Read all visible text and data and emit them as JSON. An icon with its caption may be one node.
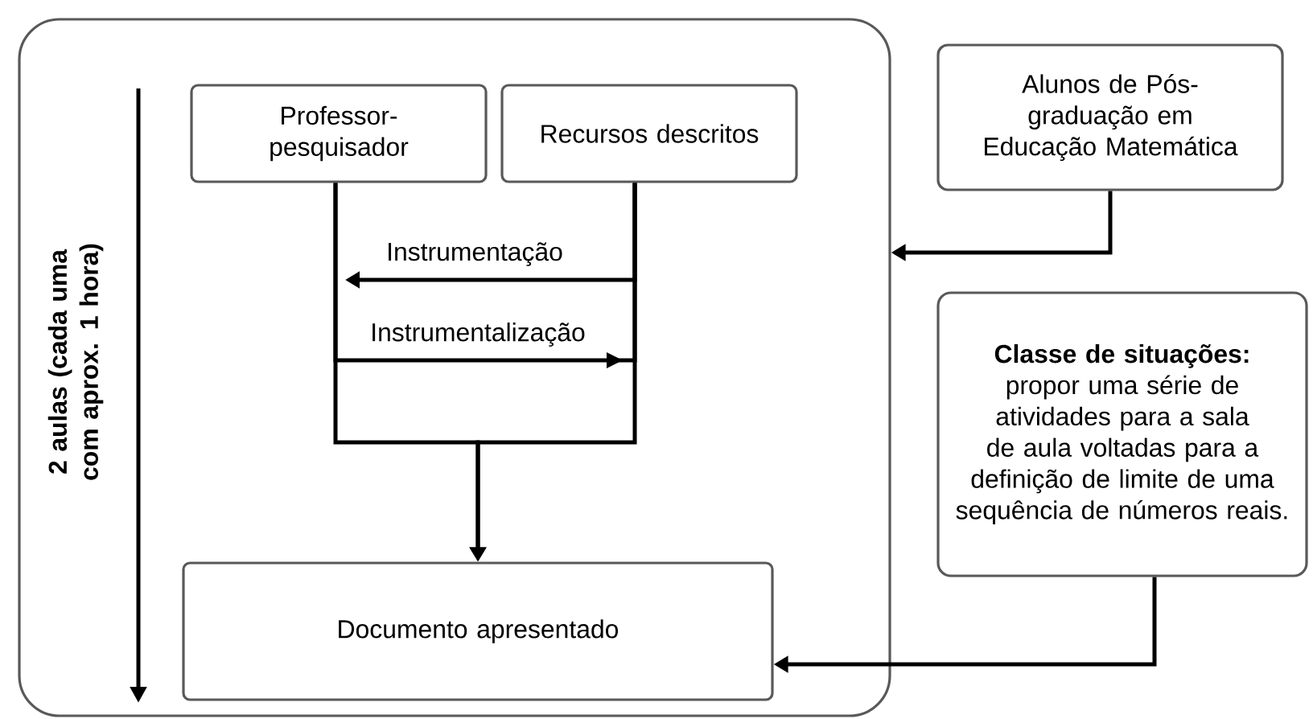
{
  "diagram": {
    "nodes": [
      {
        "text": [],
        "shape": "box"
      },
      {
        "text": [
          "Professor-pesquisador"
        ],
        "in": 0
      },
      {
        "text": [
          "Recursos descritos"
        ],
        "in": 0
      },
      {
        "text": [
          "Documento apresentado"
        ],
        "in": 0
      },
      {
        "text": [
          "Alunos de Pós-graduação em Educação Matemática"
        ]
      },
      {
        "text": [
          "Classe de situações:",
          "propor uma série de atividades para a sala de aula voltadas para a definição de limite de uma sequência de números reais."
        ]
      }
    ],
    "edges": [
      {
        "from": 2,
        "to": 1,
        "arrow": "to",
        "label": "Instrumentação"
      },
      {
        "from": 1,
        "to": 2,
        "arrow": "to",
        "label": "Instrumentalização"
      },
      {
        "from": 1,
        "to": 3,
        "arrow": "to"
      },
      {
        "from": 2,
        "to": 3,
        "arrow": "to"
      },
      {
        "from": 4,
        "to": 0,
        "arrow": "to"
      },
      {
        "from": 5,
        "to": 3,
        "arrow": "to"
      }
    ],
    "labels": [
      "2 aulas (cada uma com aprox. 1 hora)"
    ]
  }
}
